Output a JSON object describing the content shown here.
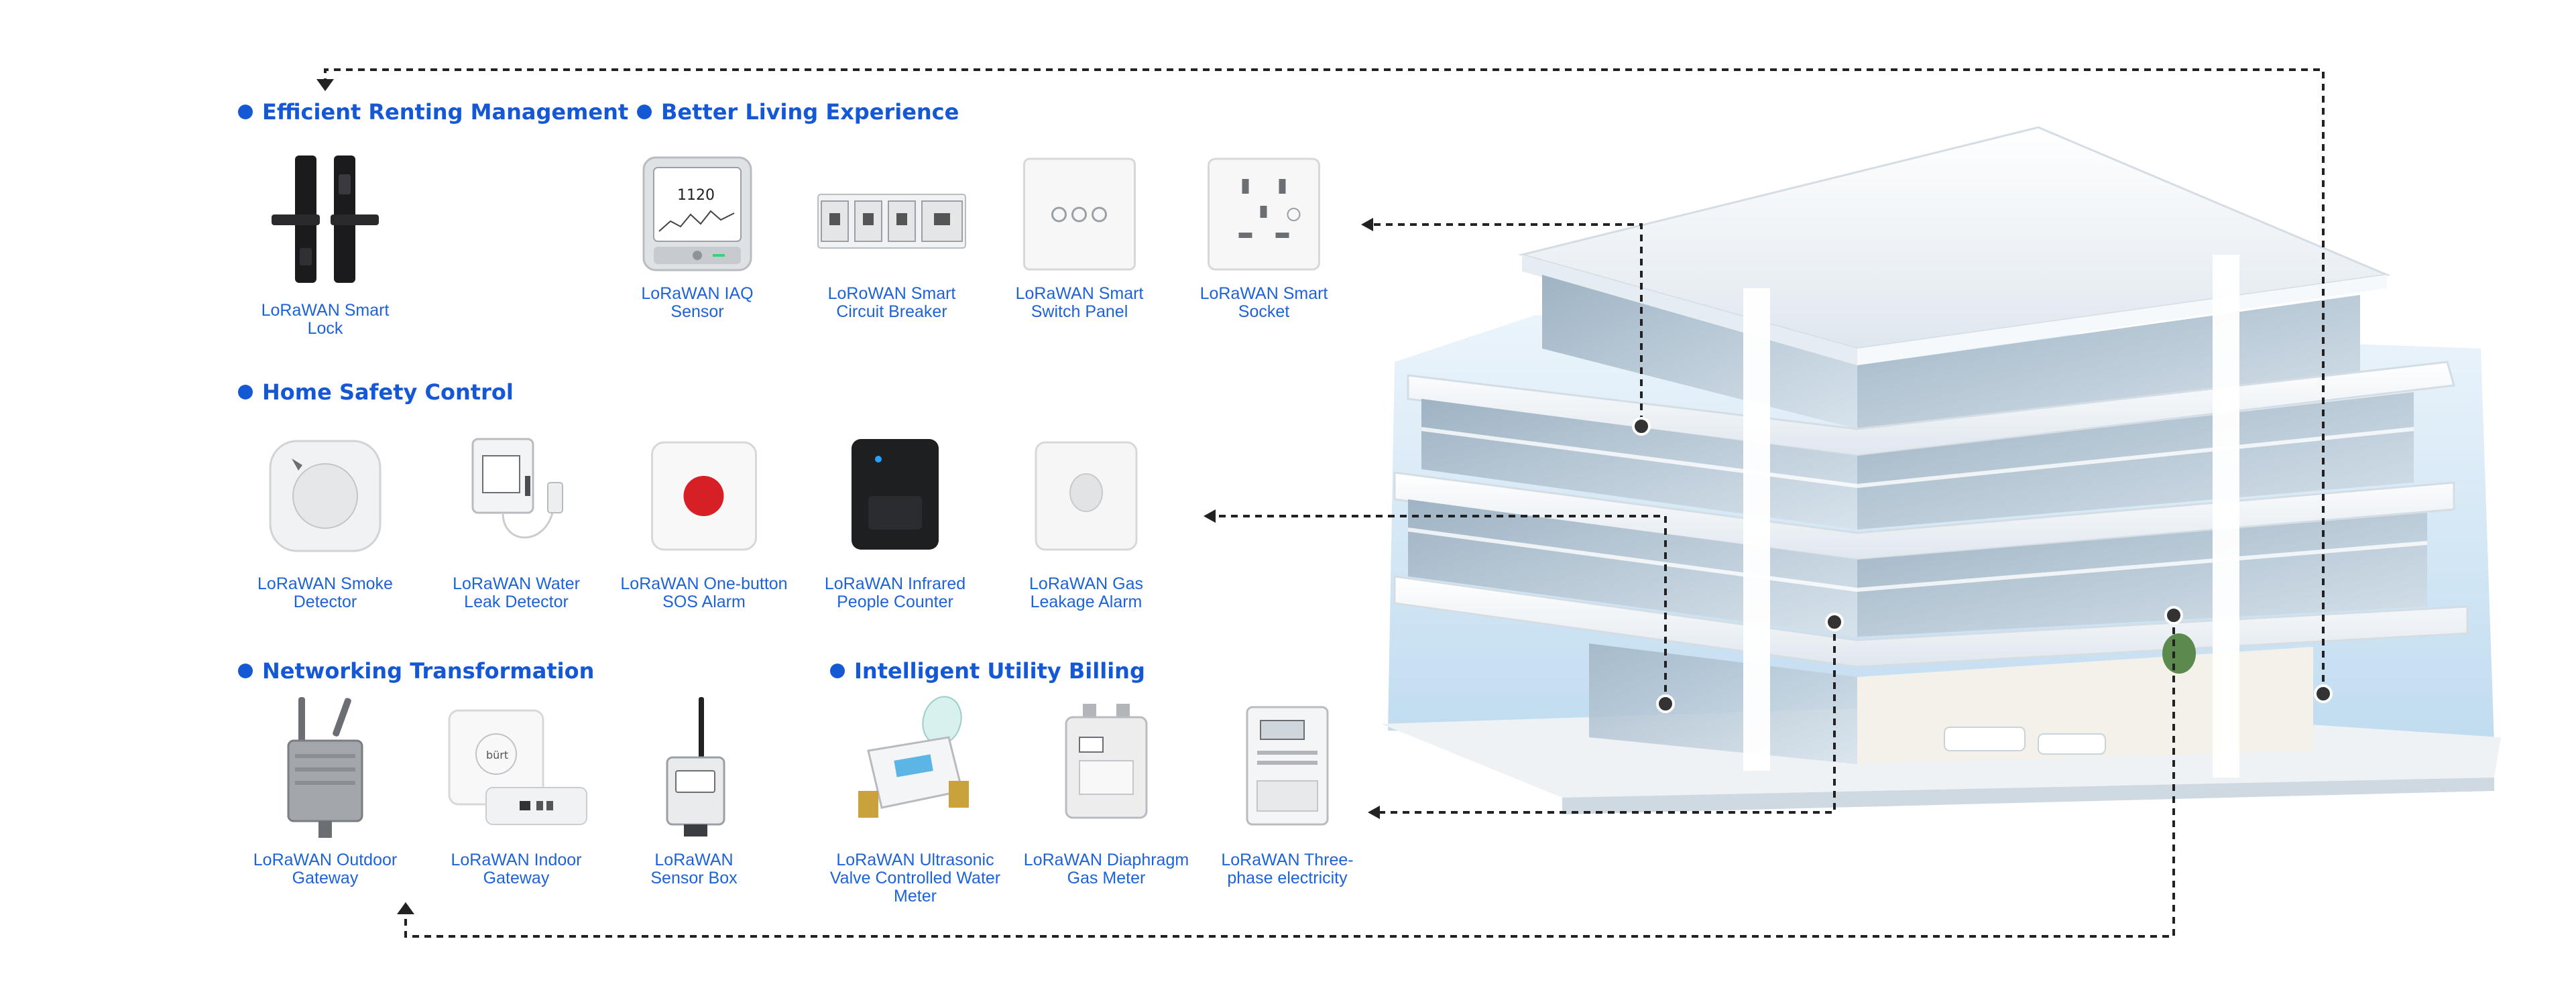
{
  "sections": {
    "renting": {
      "title": "Efficient Renting Management"
    },
    "living": {
      "title": "Better Living Experience"
    },
    "safety": {
      "title": "Home Safety Control"
    },
    "networking": {
      "title": "Networking Transformation"
    },
    "billing": {
      "title": "Intelligent Utility Billing"
    }
  },
  "products": {
    "smart_lock": {
      "label": "LoRaWAN Smart\nLock",
      "icon": "smart-lock-icon"
    },
    "iaq_sensor": {
      "label": "LoRaWAN IAQ\nSensor",
      "screen_value": "1120",
      "icon": "iaq-sensor-icon"
    },
    "circuit_breaker": {
      "label": "LoRoWAN Smart\nCircuit Breaker",
      "icon": "circuit-breaker-icon"
    },
    "switch_panel": {
      "label": "LoRaWAN Smart\nSwitch Panel",
      "icon": "switch-panel-icon"
    },
    "smart_socket": {
      "label": "LoRaWAN Smart\nSocket",
      "icon": "smart-socket-icon"
    },
    "smoke_detector": {
      "label": "LoRaWAN Smoke\nDetector",
      "icon": "smoke-detector-icon"
    },
    "leak_detector": {
      "label": "LoRaWAN  Water\nLeak Detector",
      "icon": "leak-detector-icon"
    },
    "sos_alarm": {
      "label": "LoRaWAN One-button\nSOS Alarm",
      "icon": "sos-alarm-icon"
    },
    "people_counter": {
      "label": "LoRaWAN Infrared\nPeople Counter",
      "icon": "people-counter-icon"
    },
    "gas_alarm": {
      "label": "LoRaWAN Gas\nLeakage Alarm",
      "icon": "gas-alarm-icon"
    },
    "outdoor_gateway": {
      "label": "LoRaWAN Outdoor\nGateway",
      "icon": "outdoor-gateway-icon"
    },
    "indoor_gateway": {
      "label": "LoRaWAN Indoor\nGateway",
      "brand": "bürt",
      "icon": "indoor-gateway-icon"
    },
    "sensor_box": {
      "label": "LoRaWAN\nSensor Box",
      "icon": "sensor-box-icon"
    },
    "water_meter": {
      "label": "LoRaWAN  Ultrasonic\nValve Controlled Water\nMeter",
      "icon": "water-meter-icon"
    },
    "gas_meter": {
      "label": "LoRaWAN Diaphragm\nGas Meter",
      "icon": "gas-meter-icon"
    },
    "electricity_meter": {
      "label": "LoRaWAN Three-\nphase electricity",
      "icon": "electricity-meter-icon"
    }
  },
  "building": {
    "icon": "building-illustration"
  },
  "colors": {
    "accent": "#1558d6",
    "label": "#1d63d8",
    "connector": "#222222"
  }
}
